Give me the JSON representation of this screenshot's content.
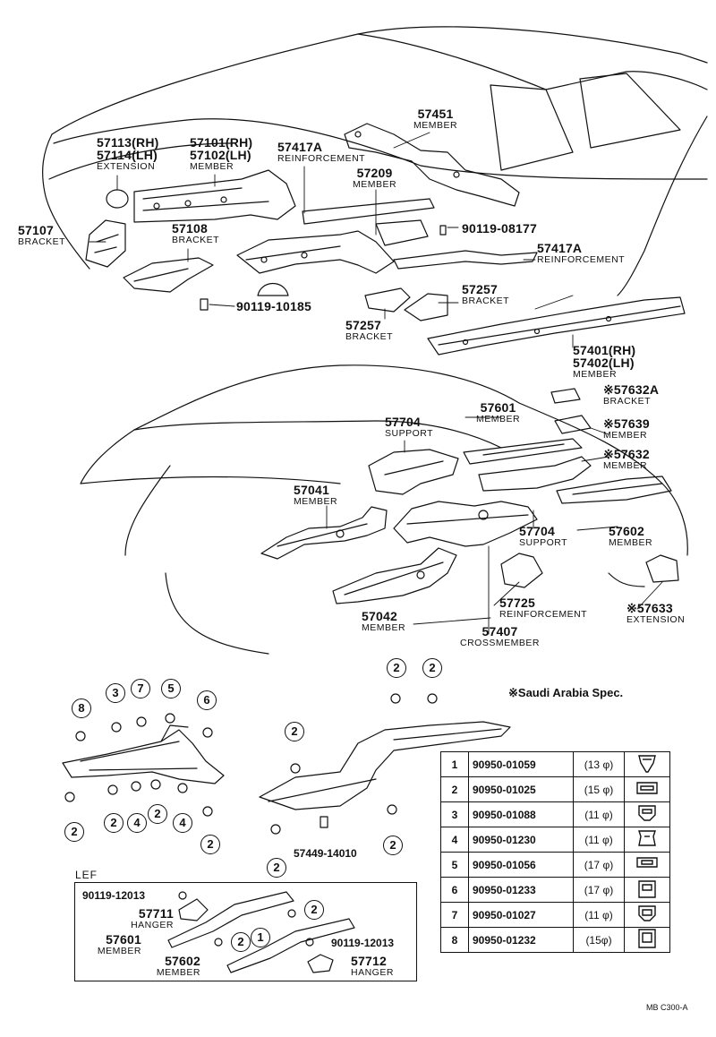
{
  "labels": {
    "p57113": {
      "num": "57113(RH)"
    },
    "p57114": {
      "num": "57114(LH)",
      "name": "EXTENSION"
    },
    "p57101": {
      "num": "57101(RH)"
    },
    "p57102": {
      "num": "57102(LH)",
      "name": "MEMBER"
    },
    "p57417a_top": {
      "num": "57417A",
      "name": "REINFORCEMENT"
    },
    "p57451": {
      "num": "57451",
      "name": "MEMBER"
    },
    "p57209": {
      "num": "57209",
      "name": "MEMBER"
    },
    "p90119_08177": {
      "num": "90119-08177"
    },
    "p57107": {
      "num": "57107",
      "name": "BRACKET"
    },
    "p57108": {
      "num": "57108",
      "name": "BRACKET"
    },
    "p57417a_right": {
      "num": "57417A",
      "name": "REINFORCEMENT"
    },
    "p57257_r": {
      "num": "57257",
      "name": "BRACKET"
    },
    "p57257_l": {
      "num": "57257",
      "name": "BRACKET"
    },
    "p90119_10185": {
      "num": "90119-10185"
    },
    "p57401": {
      "num": "57401(RH)"
    },
    "p57402": {
      "num": "57402(LH)",
      "name": "MEMBER"
    },
    "p57632a": {
      "num": "※57632A",
      "name": "BRACKET"
    },
    "p57639": {
      "num": "※57639",
      "name": "MEMBER"
    },
    "p57632": {
      "num": "※57632",
      "name": "MEMBER"
    },
    "p57601": {
      "num": "57601",
      "name": "MEMBER"
    },
    "p57704_top": {
      "num": "57704",
      "name": "SUPPORT"
    },
    "p57041": {
      "num": "57041",
      "name": "MEMBER"
    },
    "p57704_bot": {
      "num": "57704",
      "name": "SUPPORT"
    },
    "p57602": {
      "num": "57602",
      "name": "MEMBER"
    },
    "p57633": {
      "num": "※57633",
      "name": "EXTENSION"
    },
    "p57725": {
      "num": "57725",
      "name": "REINFORCEMENT"
    },
    "p57042": {
      "num": "57042",
      "name": "MEMBER"
    },
    "p57407": {
      "num": "57407",
      "name": "CROSSMEMBER"
    }
  },
  "detail": {
    "p57449": "57449-14010",
    "lef_title": "LEF",
    "lef_90119_a": "90119-12013",
    "lef_57711": {
      "num": "57711",
      "name": "HANGER"
    },
    "lef_57601": {
      "num": "57601",
      "name": "MEMBER"
    },
    "lef_90119_b": "90119-12013",
    "lef_57602": {
      "num": "57602",
      "name": "MEMBER"
    },
    "lef_57712": {
      "num": "57712",
      "name": "HANGER"
    },
    "saudi_note": "※Saudi Arabia Spec.",
    "footer_code": "MB C300-A"
  },
  "callouts": {
    "c8": "8",
    "c3": "3",
    "c7": "7",
    "c5": "5",
    "c6": "6",
    "c2a": "2",
    "c2b": "2",
    "c4a": "4",
    "c2c": "2",
    "c4b": "4",
    "c2d": "2",
    "m2a": "2",
    "m2b": "2",
    "m2c": "2",
    "m2d": "2",
    "m2e": "2",
    "l2a": "2",
    "l2b": "2",
    "l1": "1"
  },
  "clip_table": [
    {
      "no": "1",
      "part": "90950-01059",
      "size": "(13 φ)",
      "icon": "clip-1-icon"
    },
    {
      "no": "2",
      "part": "90950-01025",
      "size": "(15 φ)",
      "icon": "clip-2-icon"
    },
    {
      "no": "3",
      "part": "90950-01088",
      "size": "(11 φ)",
      "icon": "clip-3-icon"
    },
    {
      "no": "4",
      "part": "90950-01230",
      "size": "(11 φ)",
      "icon": "clip-4-icon"
    },
    {
      "no": "5",
      "part": "90950-01056",
      "size": "(17 φ)",
      "icon": "clip-5-icon"
    },
    {
      "no": "6",
      "part": "90950-01233",
      "size": "(17 φ)",
      "icon": "clip-6-icon"
    },
    {
      "no": "7",
      "part": "90950-01027",
      "size": "(11 φ)",
      "icon": "clip-7-icon"
    },
    {
      "no": "8",
      "part": "90950-01232",
      "size": "(15φ)",
      "icon": "clip-8-icon"
    }
  ]
}
